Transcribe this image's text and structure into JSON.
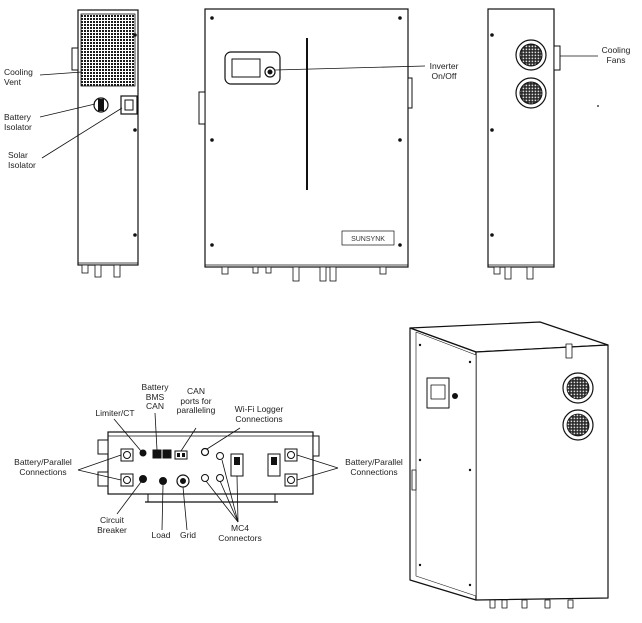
{
  "labels": {
    "cooling_vent": [
      "Cooling",
      "Vent"
    ],
    "battery_isolator": [
      "Battery",
      "Isolator"
    ],
    "solar_isolator": [
      "Solar",
      "Isolator"
    ],
    "inverter_onoff": [
      "Inverter",
      "On/Off"
    ],
    "cooling_fans": [
      "Cooling",
      "Fans"
    ],
    "battery_bms_can": [
      "Battery",
      "BMS",
      "CAN"
    ],
    "can_ports": [
      "CAN",
      "ports for",
      "paralleling"
    ],
    "limiter_ct": [
      "Limiter/CT"
    ],
    "wifi_logger": [
      "Wi-Fi Logger",
      "Connections"
    ],
    "battery_parallel_left": [
      "Battery/Parallel",
      "Connections"
    ],
    "battery_parallel_right": [
      "Battery/Parallel",
      "Connections"
    ],
    "circuit_breaker": [
      "Circuit",
      "Breaker"
    ],
    "load": [
      "Load"
    ],
    "grid": [
      "Grid"
    ],
    "mc4": [
      "MC4",
      "Connectors"
    ]
  },
  "brand": {
    "logo_text": "SUNSYNK"
  }
}
